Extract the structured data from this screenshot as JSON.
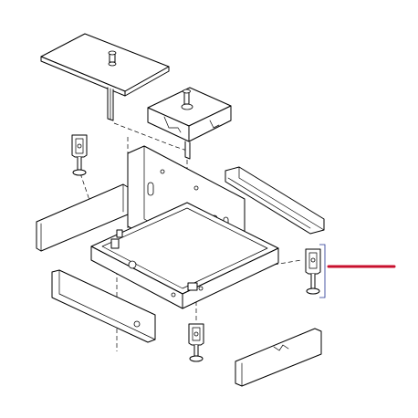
{
  "diagram": {
    "type": "exploded-parts-view",
    "parts": [
      "top-panel",
      "control-housing",
      "support-foot-left",
      "rear-side-panel-right",
      "left-side-panel",
      "frame-chassis",
      "adjustable-foot-highlighted",
      "front-panel",
      "support-foot-front",
      "lower-right-panel"
    ],
    "highlighted_part": "adjustable-foot-highlighted"
  },
  "colors": {
    "line": "#000000",
    "background": "#ffffff",
    "callout": "#c8102e",
    "bracket": "#1f2f8f"
  }
}
